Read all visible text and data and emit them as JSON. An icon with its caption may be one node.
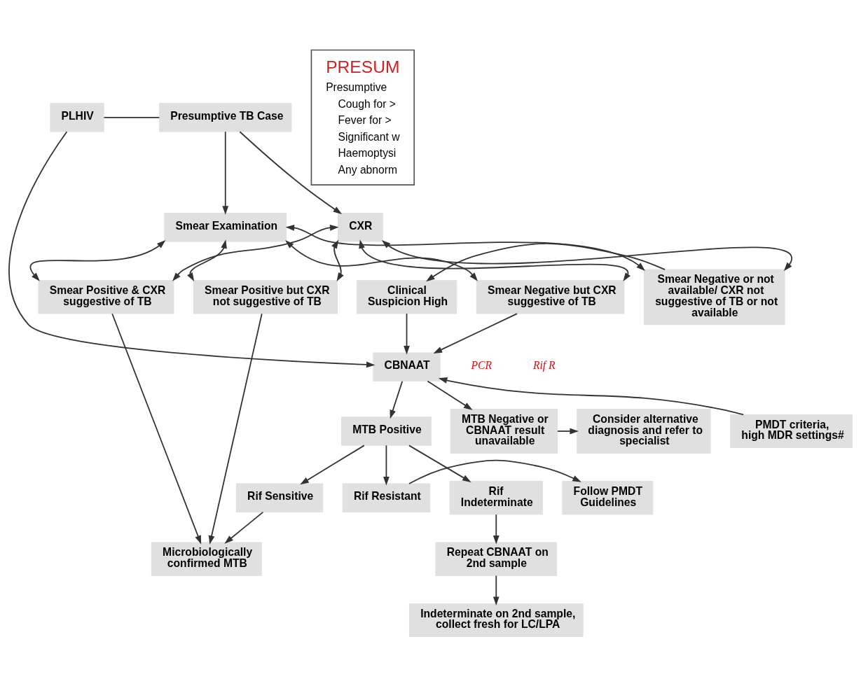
{
  "diagram": {
    "nodes": [
      {
        "text": [
          "PLHIV"
        ]
      },
      {
        "text": [
          "Presumptive TB Case"
        ]
      },
      {
        "text": [
          "Smear Examination"
        ]
      },
      {
        "text": [
          "CXR"
        ]
      },
      {
        "text": [
          "Smear Positive & CXR suggestive of TB"
        ]
      },
      {
        "text": [
          "Smear Positive but CXR not suggestive of TB"
        ]
      },
      {
        "text": [
          "Smear Negative but CXR suggestive of TB"
        ]
      },
      {
        "text": [
          "Smear Negative or not available/ CXR not suggestive of TB or not available"
        ]
      },
      {
        "text": [
          "Clinical Suspicion High"
        ]
      },
      {
        "text": [
          "CBNAAT"
        ]
      },
      {
        "text": [
          "PMDT criteria, high MDR settings#"
        ]
      },
      {
        "text": [
          "MTB Positive"
        ]
      },
      {
        "text": [
          "MTB Negative or CBNAAT result unavailable"
        ]
      },
      {
        "text": [
          "Consider alternative diagnosis and refer to specialist"
        ]
      },
      {
        "text": [
          "Rif Sensitive"
        ]
      },
      {
        "text": [
          "Rif Indeterminate"
        ]
      },
      {
        "text": [
          "Rif Resistant"
        ]
      },
      {
        "text": [
          "Follow PMDT Guidelines"
        ]
      },
      {
        "text": [
          "Microbiologically confirmed MTB"
        ]
      },
      {
        "text": [
          "Repeat CBNAAT on 2nd sample"
        ]
      },
      {
        "text": [
          "Indeterminate on 2nd sample, collect fresh for LC/LPA"
        ]
      },
      {
        "text": [
          "PRESUM",
          "Presumptive",
          "Cough for >",
          "Fever for >",
          "Significant w",
          "Haemoptysi",
          "Any abnorm"
        ]
      }
    ],
    "edges": [
      {
        "from": 0,
        "to": 1,
        "arrow": "none"
      },
      {
        "from": 1,
        "to": 2,
        "arrow": "to"
      },
      {
        "from": 1,
        "to": 3,
        "arrow": "to"
      },
      {
        "from": 2,
        "to": 4,
        "arrow": "both"
      },
      {
        "from": 2,
        "to": 5,
        "arrow": "both"
      },
      {
        "from": 2,
        "to": 6,
        "arrow": "both"
      },
      {
        "from": 2,
        "to": 7,
        "arrow": "both"
      },
      {
        "from": 3,
        "to": 4,
        "arrow": "both"
      },
      {
        "from": 3,
        "to": 5,
        "arrow": "both"
      },
      {
        "from": 3,
        "to": 6,
        "arrow": "both"
      },
      {
        "from": 3,
        "to": 7,
        "arrow": "both"
      },
      {
        "from": 7,
        "to": 8,
        "arrow": "to"
      },
      {
        "from": 4,
        "to": 18,
        "arrow": "to"
      },
      {
        "from": 5,
        "to": 18,
        "arrow": "to"
      },
      {
        "from": 6,
        "to": 9,
        "arrow": "to"
      },
      {
        "from": 0,
        "to": 9,
        "arrow": "to"
      },
      {
        "from": 8,
        "to": 9,
        "arrow": "to"
      },
      {
        "from": 10,
        "to": 9,
        "arrow": "to"
      },
      {
        "from": 9,
        "to": 11,
        "arrow": "to"
      },
      {
        "from": 9,
        "to": 12,
        "arrow": "to"
      },
      {
        "from": 12,
        "to": 13,
        "arrow": "to"
      },
      {
        "from": 11,
        "to": 14,
        "arrow": "to"
      },
      {
        "from": 11,
        "to": 15,
        "arrow": "to"
      },
      {
        "from": 11,
        "to": 16,
        "arrow": "to"
      },
      {
        "from": 16,
        "to": 17,
        "arrow": "to"
      },
      {
        "from": 14,
        "to": 18,
        "arrow": "to"
      },
      {
        "from": 15,
        "to": 19,
        "arrow": "to"
      },
      {
        "from": 19,
        "to": 20,
        "arrow": "to"
      }
    ],
    "labels": [
      "PCR",
      "Rif R"
    ]
  }
}
